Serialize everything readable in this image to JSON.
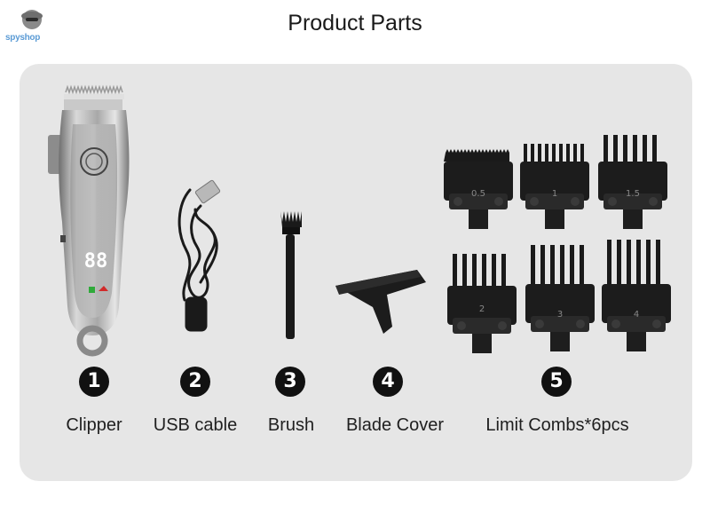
{
  "brand": {
    "logo_text": "spyshop"
  },
  "page": {
    "title": "Product Parts"
  },
  "parts": [
    {
      "number": "1",
      "label": "Clipper"
    },
    {
      "number": "2",
      "label": "USB cable"
    },
    {
      "number": "3",
      "label": "Brush"
    },
    {
      "number": "4",
      "label": "Blade Cover"
    },
    {
      "number": "5",
      "label": "Limit Combs*6pcs"
    }
  ],
  "clipper_display": {
    "readout": "88"
  },
  "combs": [
    {
      "guard": "0.5"
    },
    {
      "guard": "1"
    },
    {
      "guard": "1.5"
    },
    {
      "guard": "2"
    },
    {
      "guard": "3"
    },
    {
      "guard": "4"
    }
  ],
  "colors": {
    "panel": "#e6e6e6",
    "badge": "#111111",
    "clipper_silver": "#9a9a9a"
  }
}
